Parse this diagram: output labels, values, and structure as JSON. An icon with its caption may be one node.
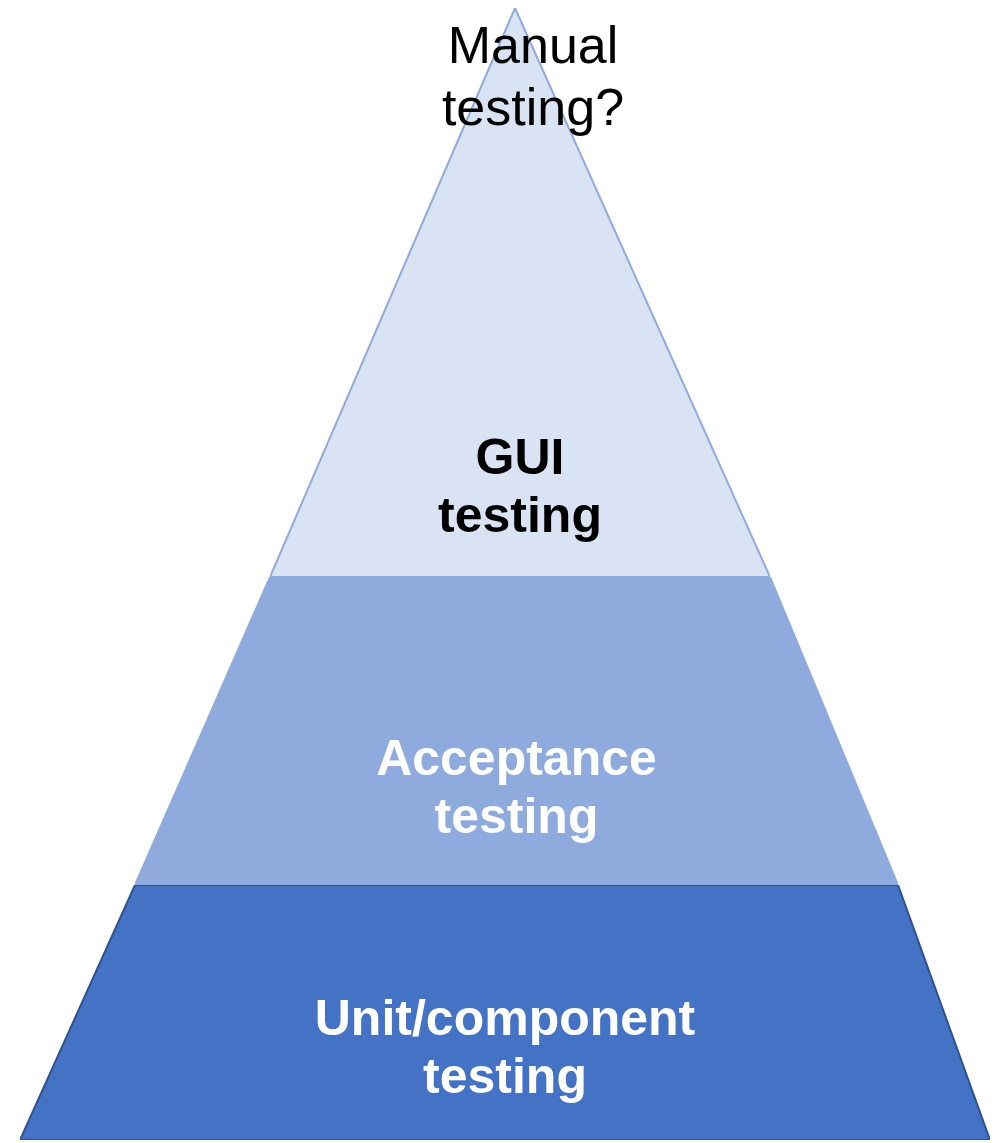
{
  "diagram": {
    "nodes": [
      {
        "text": [
          "GUI testing"
        ]
      },
      {
        "text": [
          "Acceptance testing"
        ]
      },
      {
        "text": [
          "Unit/component testing"
        ]
      }
    ],
    "labels": [
      "Manual testing?"
    ]
  }
}
